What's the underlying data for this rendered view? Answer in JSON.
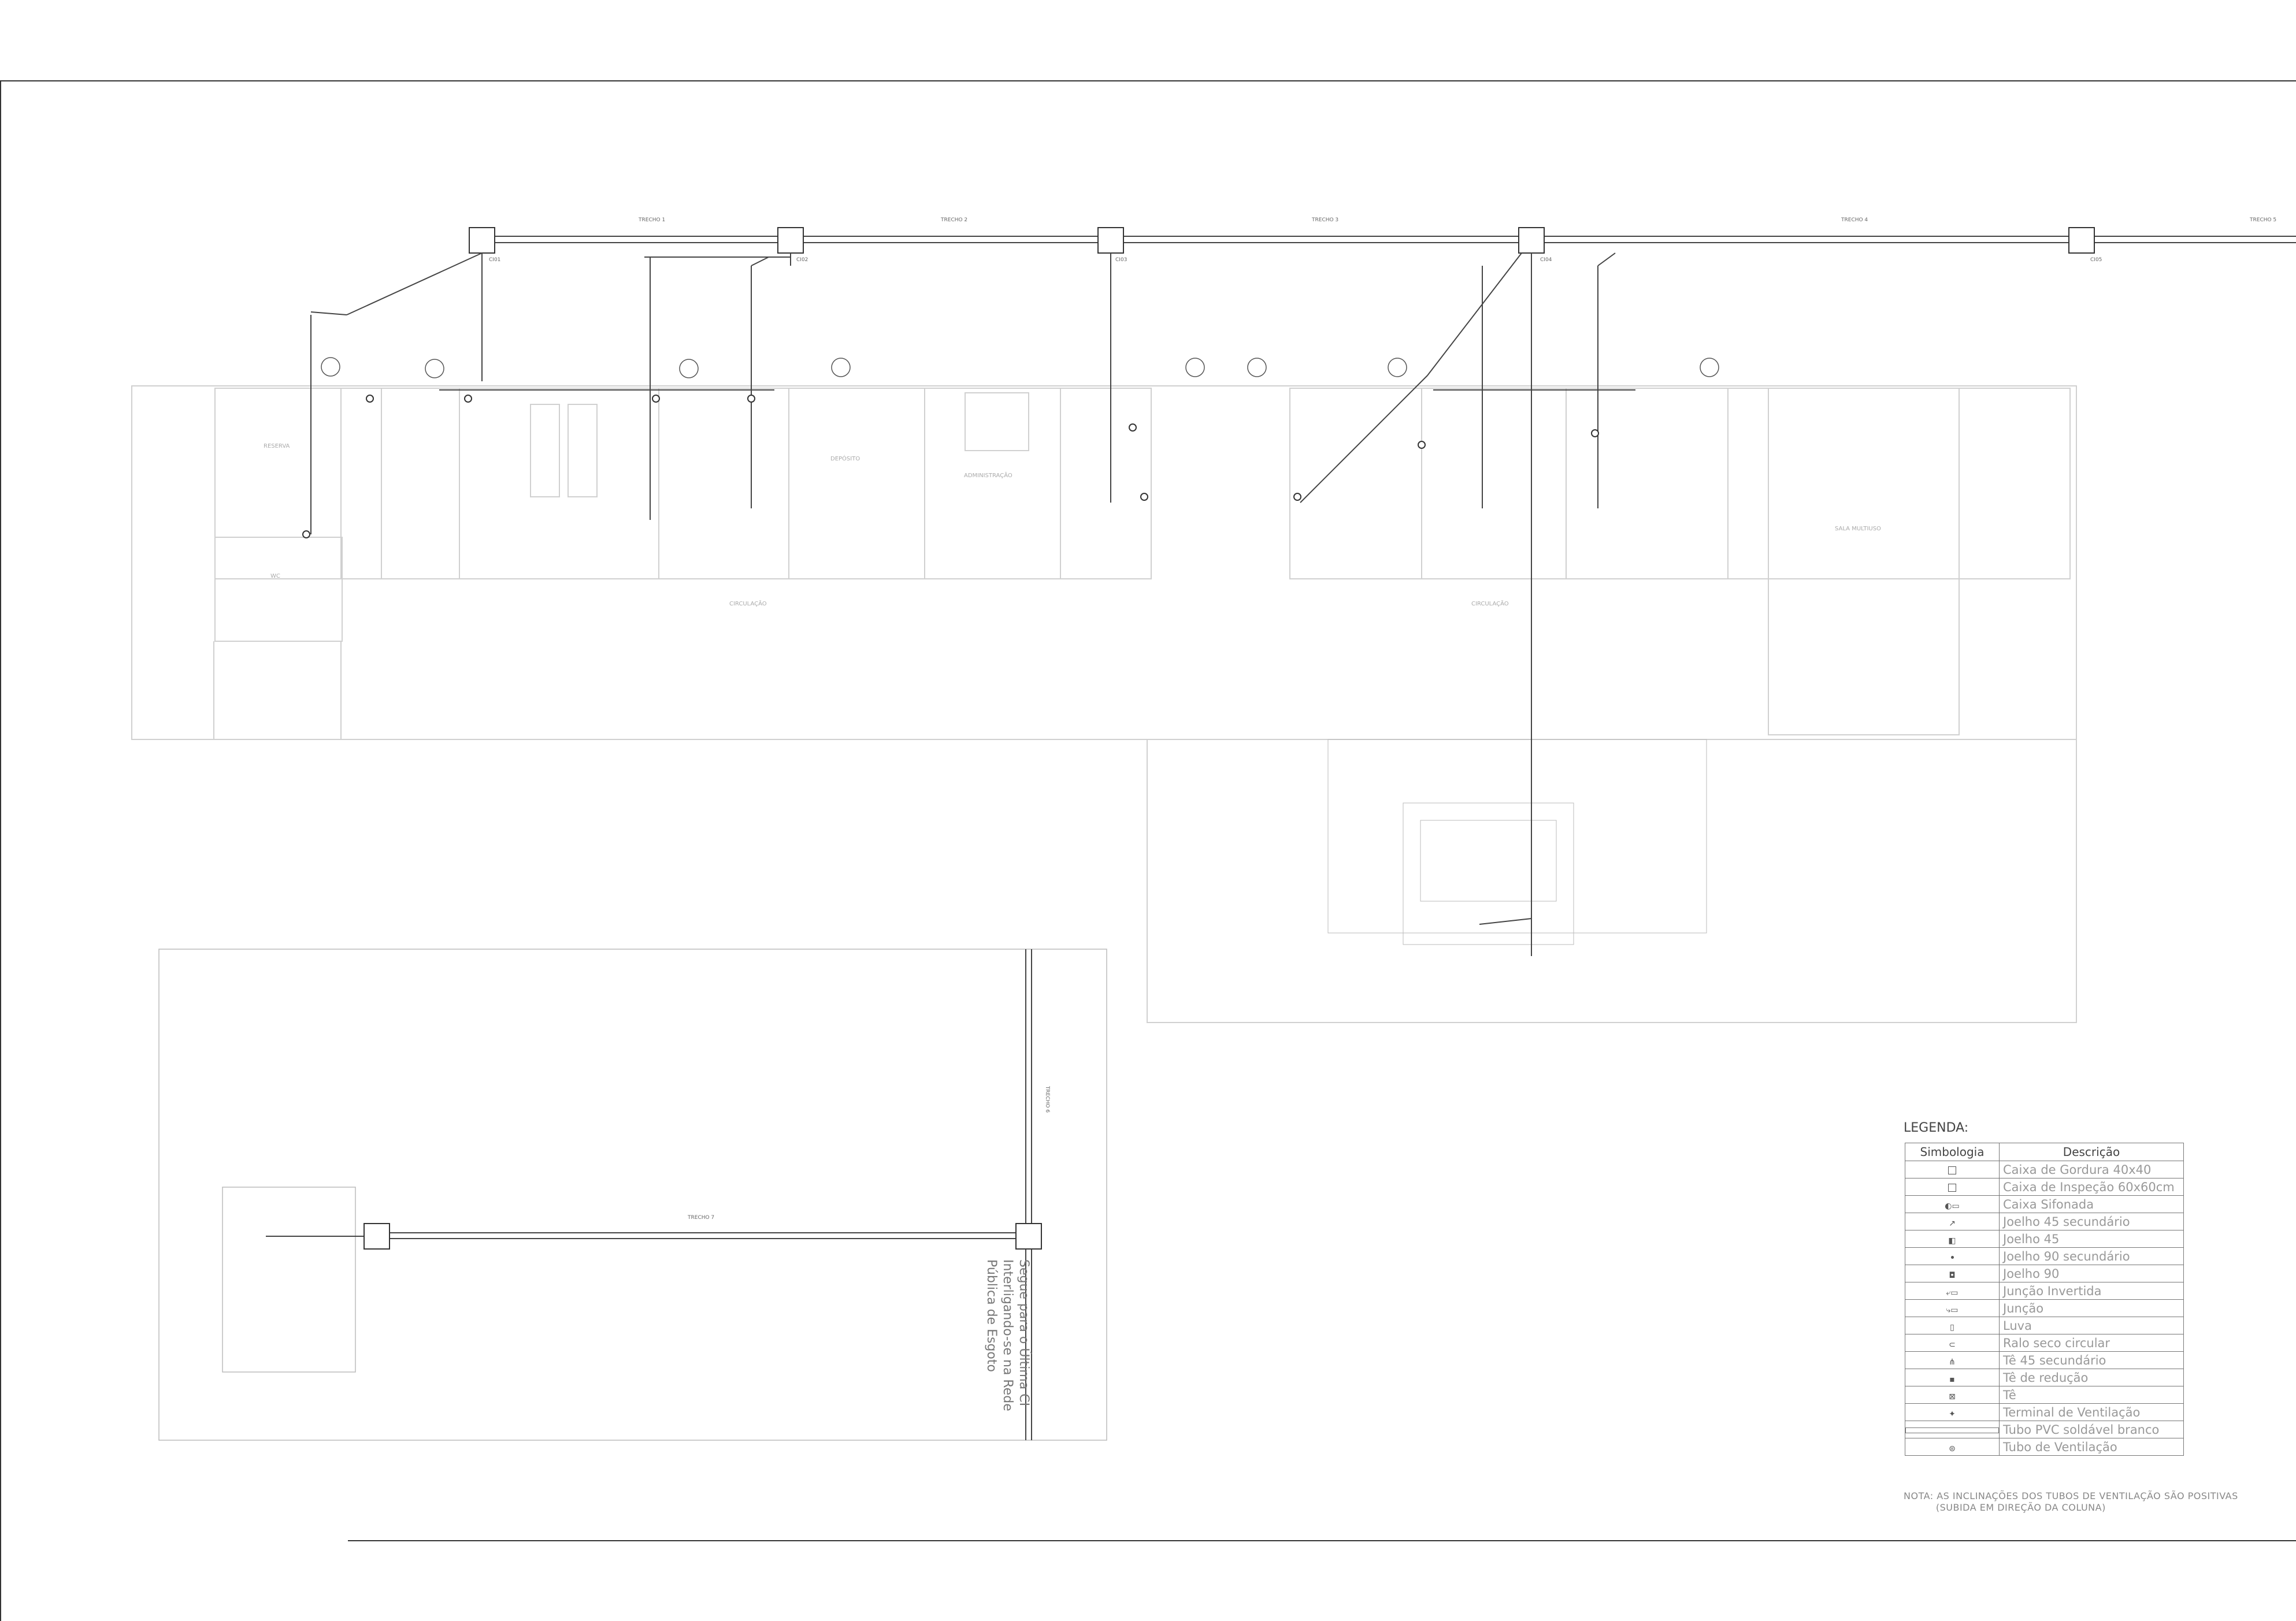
{
  "drawing": {
    "trechos": [
      "TRECHO 1",
      "TRECHO 2",
      "TRECHO 3",
      "TRECHO 4",
      "TRECHO 5",
      "TRECHO 6",
      "TRECHO 7"
    ],
    "boxes": [
      "CI01",
      "CI02",
      "CI03",
      "CI04",
      "CI05"
    ],
    "rooms": [
      "RESERVA",
      "DEPÓSITO",
      "WC",
      "ADMINISTRAÇÃO",
      "SALA MULTIUSO",
      "CIRCULAÇÃO",
      "CIRCULAÇÃO"
    ],
    "note_destino": [
      "Segue para o Última CI",
      "Interligando-se na Rede",
      "Pública de Esgoto"
    ]
  },
  "legend": {
    "title": "LEGENDA:",
    "header_symbol": "Simbologia",
    "header_description": "Descrição",
    "items": [
      {
        "icon": "grease-box-icon",
        "label": "Caixa de Gordura 40x40"
      },
      {
        "icon": "inspection-box-icon",
        "label": "Caixa de Inspeção 60x60cm"
      },
      {
        "icon": "siphon-box-icon",
        "label": "Caixa Sifonada"
      },
      {
        "icon": "elbow-45-secondary-icon",
        "label": "Joelho 45 secundário"
      },
      {
        "icon": "elbow-45-icon",
        "label": "Joelho 45"
      },
      {
        "icon": "elbow-90-secondary-icon",
        "label": "Joelho 90 secundário"
      },
      {
        "icon": "elbow-90-icon",
        "label": "Joelho 90"
      },
      {
        "icon": "inverted-junction-icon",
        "label": "Junção Invertida"
      },
      {
        "icon": "junction-icon",
        "label": "Junção"
      },
      {
        "icon": "sleeve-icon",
        "label": "Luva"
      },
      {
        "icon": "round-dry-drain-icon",
        "label": "Ralo seco circular"
      },
      {
        "icon": "tee-45-secondary-icon",
        "label": "Tê 45 secundário"
      },
      {
        "icon": "reducing-tee-icon",
        "label": "Tê de redução"
      },
      {
        "icon": "tee-icon",
        "label": "Tê"
      },
      {
        "icon": "vent-terminal-icon",
        "label": "Terminal de Ventilação"
      },
      {
        "icon": "pvc-pipe-icon",
        "label": "Tubo PVC soldável branco"
      },
      {
        "icon": "vent-pipe-icon",
        "label": "Tubo de Ventilação"
      }
    ]
  },
  "nota": "NOTA: AS INCLINAÇÕES DOS TUBOS DE VENTILAÇÃO SÃO POSITIVAS\n          (SUBIDA EM DIREÇÃO DA COLUNA)"
}
